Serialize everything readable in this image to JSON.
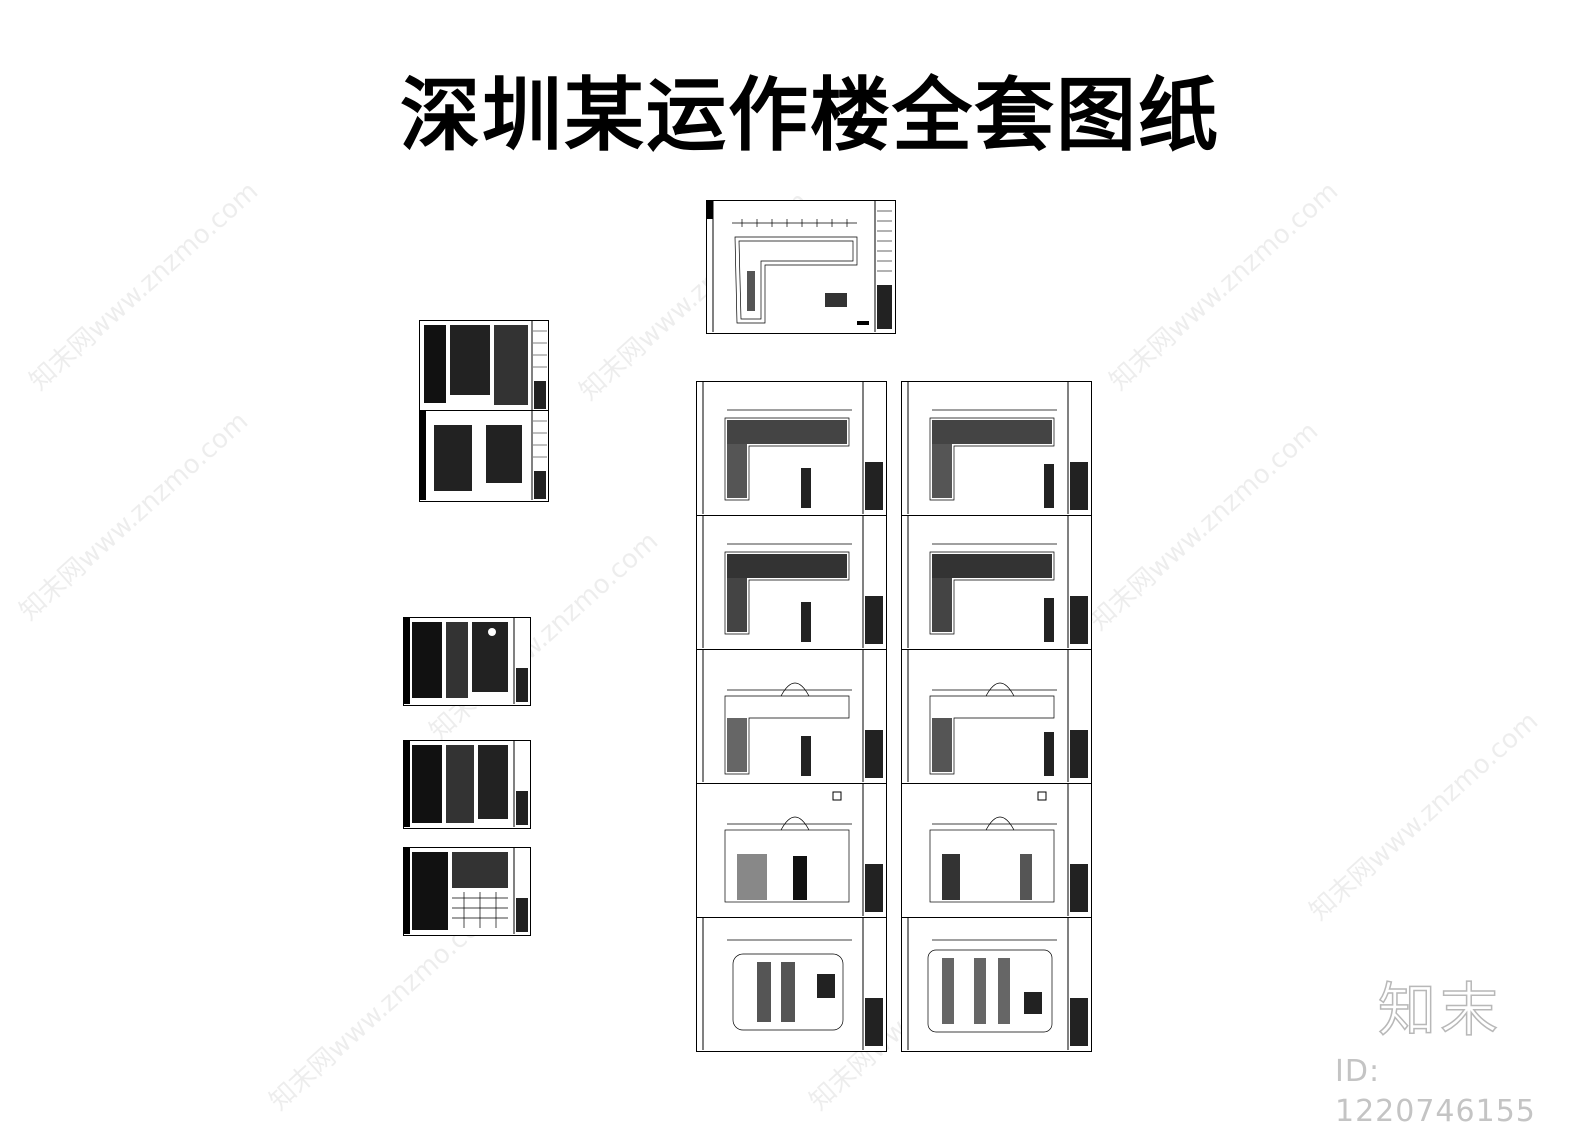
{
  "title": "深圳某运作楼全套图纸",
  "brand": {
    "logo_text": "知末",
    "id_text": "ID: 1220746155"
  },
  "watermark_text": "知末网www.znzmo.com",
  "colors": {
    "ink": "#000000",
    "paper": "#ffffff",
    "watermark": "#c4c4c4"
  },
  "sheets": {
    "site_plan": {
      "kind": "l-plan"
    },
    "spec_table_upper": {
      "kind": "text-table"
    },
    "spec_table_lower": {
      "kind": "legend-table"
    },
    "schedule_1": {
      "kind": "schedule"
    },
    "schedule_2": {
      "kind": "schedule"
    },
    "schedule_3": {
      "kind": "schedule"
    },
    "plan_left": [
      "l-plan",
      "l-plan",
      "dome-plan",
      "rect-plan",
      "parking-plan"
    ],
    "plan_right": [
      "l-plan",
      "l-plan",
      "dome-plan",
      "rect-plan",
      "parking-plan"
    ]
  }
}
